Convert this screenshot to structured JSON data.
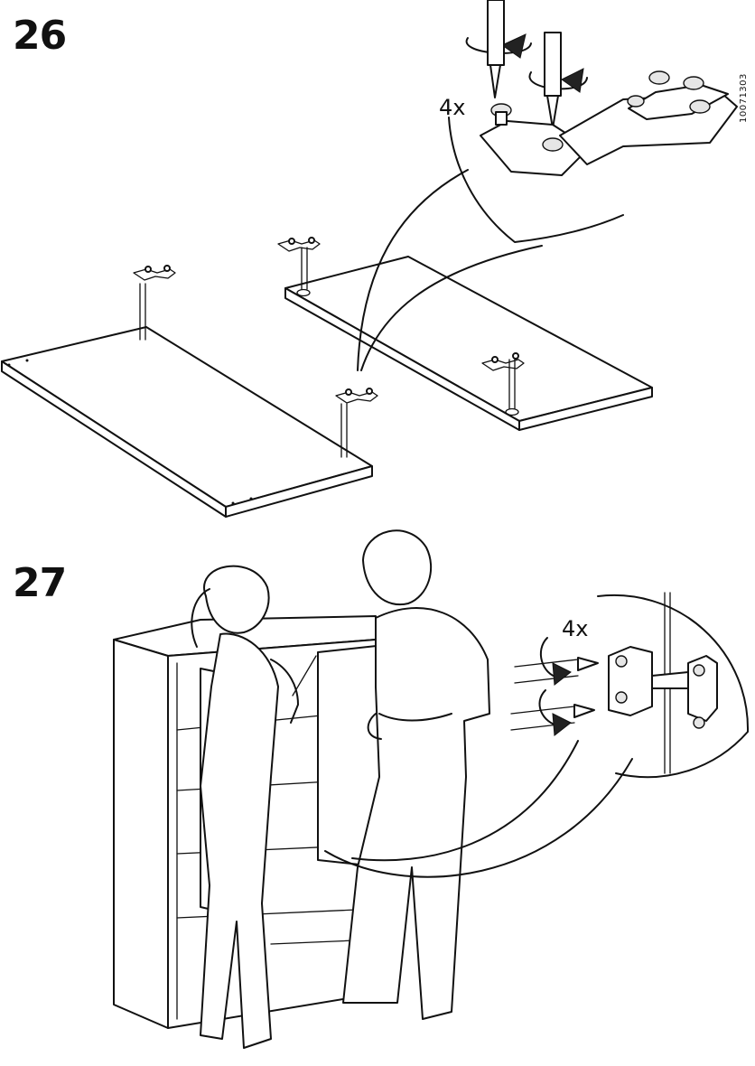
{
  "steps": [
    {
      "number": "26",
      "quantity": "4x"
    },
    {
      "number": "27",
      "quantity": "4x"
    }
  ],
  "document_id": "10071303"
}
